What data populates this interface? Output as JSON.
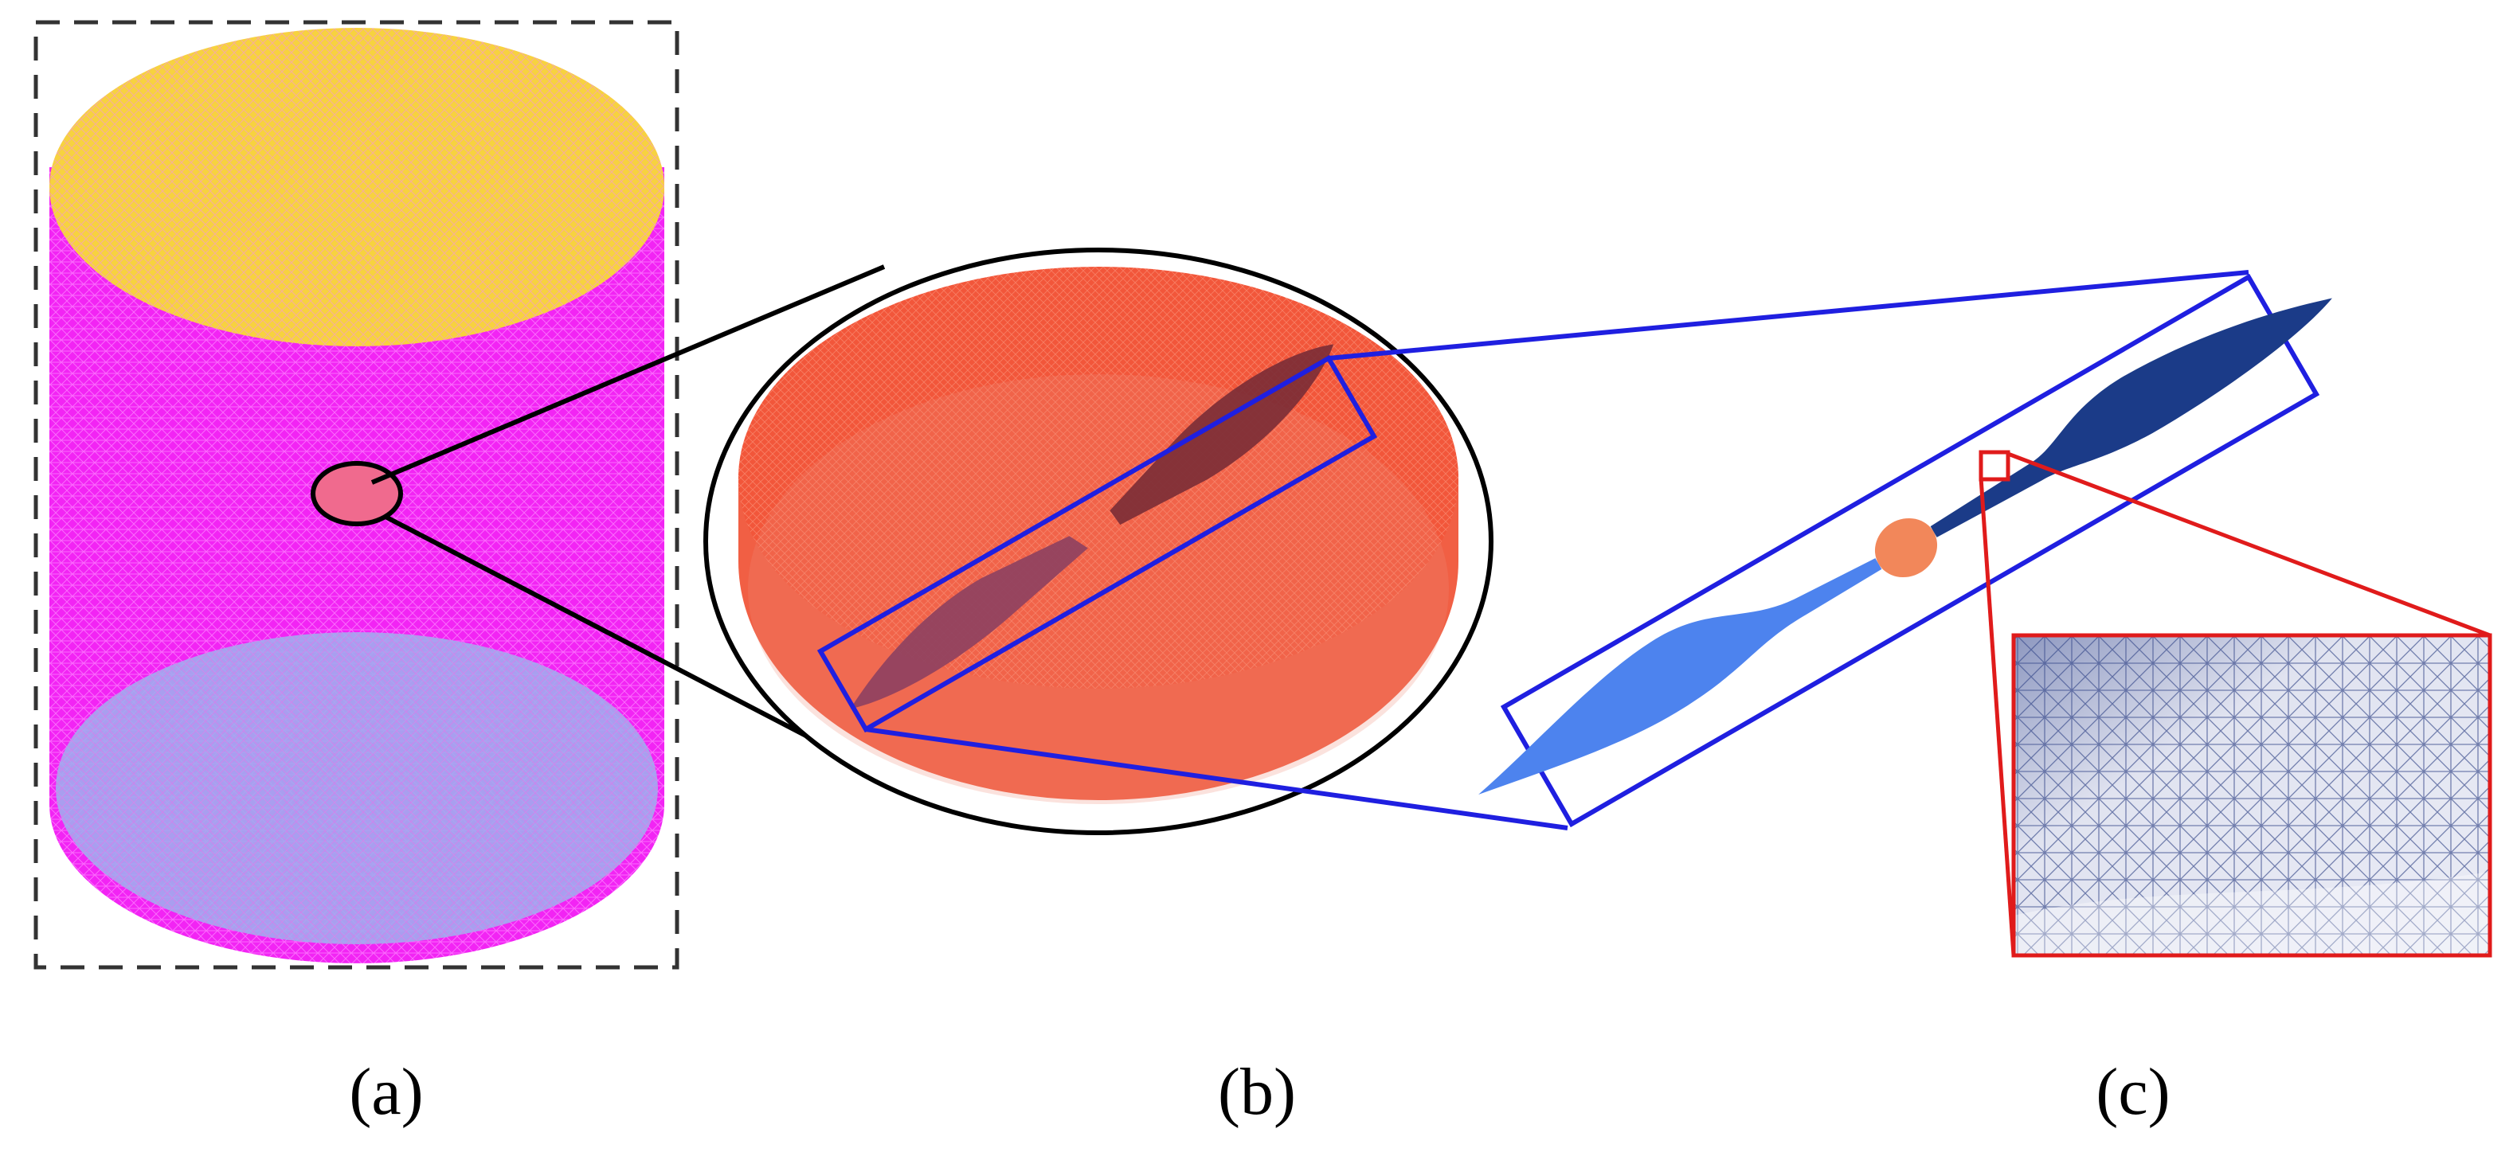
{
  "figure": {
    "panels": [
      {
        "id": "a",
        "label": "(a)"
      },
      {
        "id": "b",
        "label": "(b)"
      },
      {
        "id": "c",
        "label": "(c)"
      }
    ],
    "colors": {
      "cylinder_side": "#f224f4",
      "cylinder_top": "#f8d83e",
      "cylinder_bottom": "#9fa6f0",
      "disk": "#f2563a",
      "disk_blade": "#8c3b52",
      "blade_light": "#4f86f0",
      "blade_dark": "#1a3a86",
      "hub": "#f2875a",
      "mesh_line": "#3b4d8a",
      "zoom_outline_black": "#000000",
      "zoom_outline_blue": "#1f1fe0",
      "zoom_outline_red": "#e01b1b"
    }
  }
}
